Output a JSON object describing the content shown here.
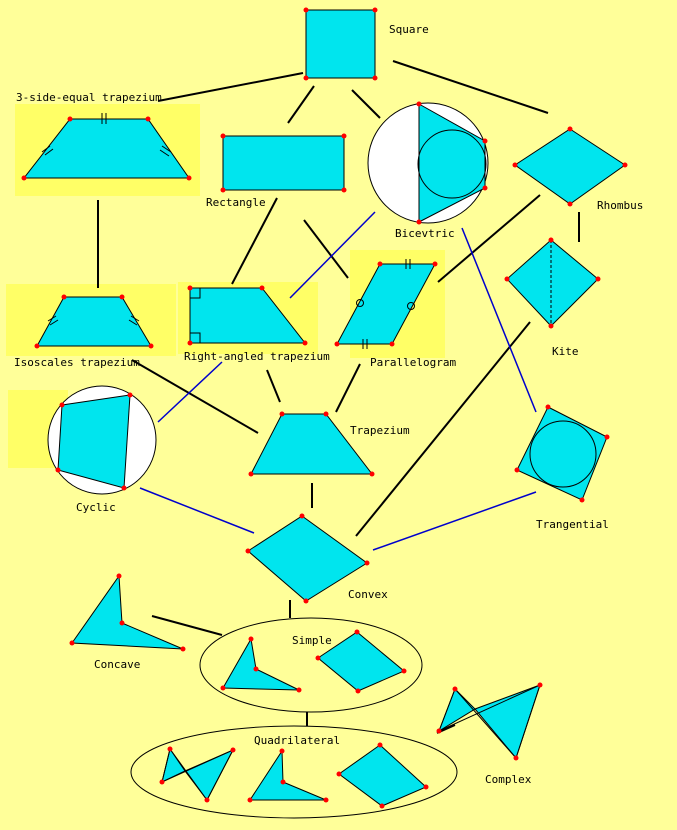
{
  "labels": {
    "square": "Square",
    "trapezium_3side": "3-side-equal trapezium",
    "rectangle": "Rectangle",
    "bicentric": "Bicevtric",
    "rhombus": "Rhombus",
    "kite": "Kite",
    "isosceles": "Isoscales trapezium",
    "right_trapezium": "Right-angled trapezium",
    "parallelogram": "Parallelogram",
    "trapezium": "Trapezium",
    "cyclic": "Cyclic",
    "tangential": "Trangential",
    "convex": "Convex",
    "concave": "Concave",
    "simple": "Simple",
    "quadrilateral": "Quadrilateral",
    "complex": "Complex"
  },
  "colors": {
    "background": "#ffff99",
    "shape_fill": "#00e5ee",
    "vertex": "#ff0000",
    "highlight": "#ffff66",
    "blue_link": "#0000cc"
  }
}
